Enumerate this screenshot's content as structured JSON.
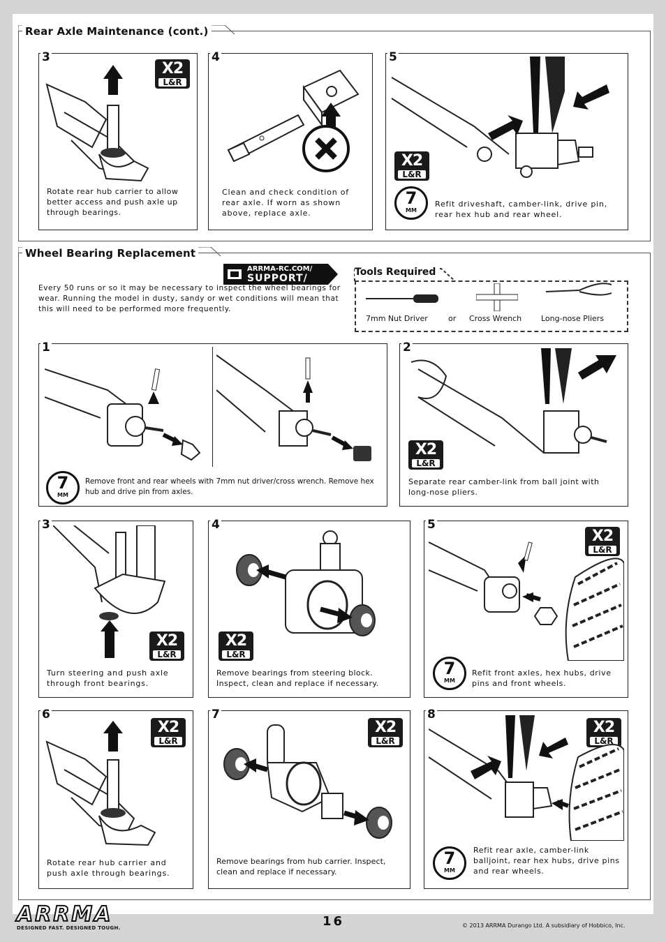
{
  "sections": {
    "rear_axle": {
      "title": "Rear Axle Maintenance (cont.)"
    },
    "wheel_bearing": {
      "title": "Wheel Bearing Replacement"
    }
  },
  "rear_steps": [
    {
      "num": "3",
      "caption": "Rotate rear hub carrier to allow better access and push axle up through bearings."
    },
    {
      "num": "4",
      "caption": "Clean and check condition of rear axle. If worn as shown above, replace axle."
    },
    {
      "num": "5",
      "caption": "Refit driveshaft, camber-link, drive pin, rear hex hub and rear wheel."
    }
  ],
  "support_badge": {
    "line1": "ARRMA-RC.COM/",
    "line2": "SUPPORT/"
  },
  "intro": {
    "text": "Every 50 runs or so it may be necessary to inspect the wheel bearings for wear. Running the model in dusty, sandy or wet conditions will mean that this will need to be performed more frequently."
  },
  "tools": {
    "title": "Tools Required",
    "items": [
      "7mm Nut Driver",
      "or",
      "Cross Wrench",
      "Long-nose Pliers"
    ]
  },
  "badges": {
    "x2": "X2",
    "lr": "L&R",
    "mm_num": "7",
    "mm_unit": "MM"
  },
  "bearing_steps": [
    {
      "num": "1",
      "caption": "Remove front and rear wheels with 7mm nut driver/cross wrench. Remove hex hub and drive pin from axles."
    },
    {
      "num": "2",
      "caption": "Separate rear camber-link from ball joint with long-nose pliers."
    },
    {
      "num": "3",
      "caption": "Turn steering and push axle through front bearings."
    },
    {
      "num": "4",
      "caption": "Remove bearings from steering block. Inspect, clean and replace if necessary."
    },
    {
      "num": "5",
      "caption": "Refit front axles, hex hubs, drive pins and front wheels."
    },
    {
      "num": "6",
      "caption": "Rotate rear hub carrier and push axle through bearings."
    },
    {
      "num": "7",
      "caption": "Remove bearings from hub carrier. Inspect, clean and replace if necessary."
    },
    {
      "num": "8",
      "caption": "Refit rear axle, camber-link balljoint, rear hex hubs, drive pins and rear wheels."
    }
  ],
  "footer": {
    "logo": "ARRMA",
    "slogan": "DESIGNED FAST. DESIGNED TOUGH.",
    "page_number": "16",
    "copyright": "© 2013 ARRMA Durango Ltd. A subsidiary of Hobbico, Inc."
  }
}
